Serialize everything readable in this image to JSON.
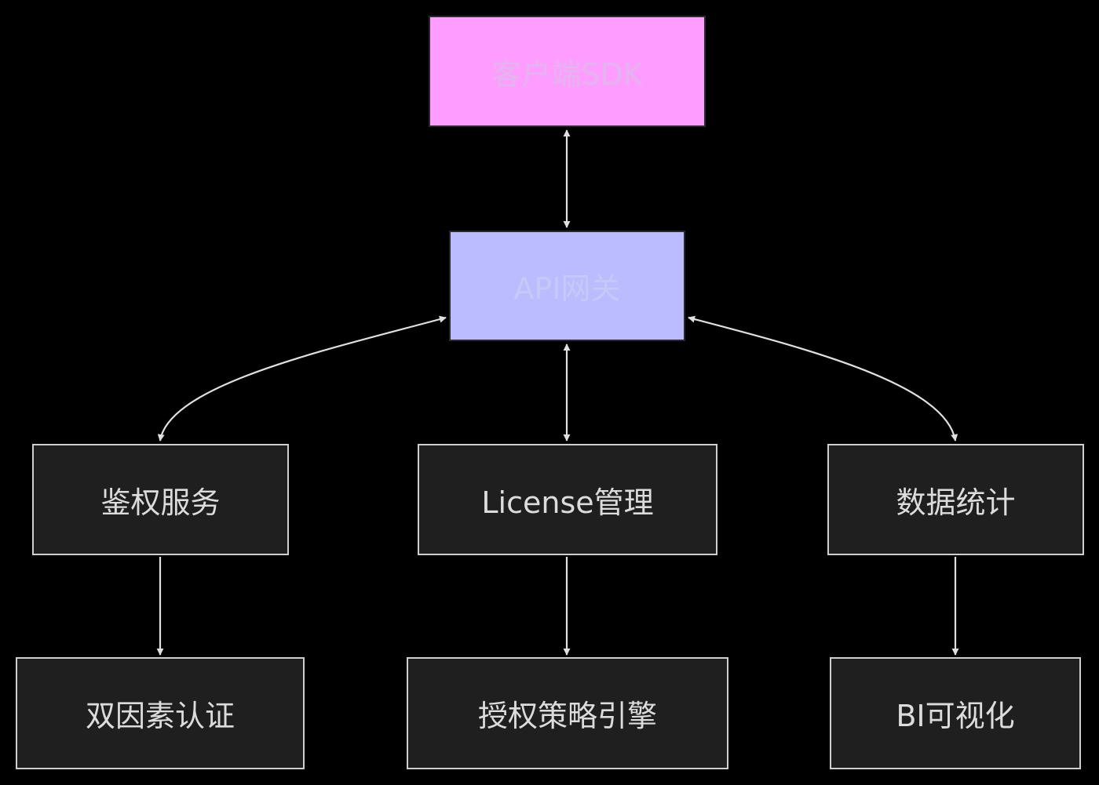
{
  "diagram": {
    "colors": {
      "background": "#000000",
      "edge": "#e0e0e0",
      "node_fill": "#1f1f1f",
      "node_border": "#cfcfcf",
      "sdk_fill": "#ff9cff",
      "gateway_fill": "#bbbbff"
    },
    "nodes": {
      "client_sdk": {
        "label": "客户端SDK"
      },
      "api_gateway": {
        "label": "API网关"
      },
      "auth_service": {
        "label": "鉴权服务"
      },
      "license_mgmt": {
        "label": "License管理"
      },
      "data_stats": {
        "label": "数据统计"
      },
      "two_factor": {
        "label": "双因素认证"
      },
      "policy_engine": {
        "label": "授权策略引擎"
      },
      "bi_viz": {
        "label": "BI可视化"
      }
    },
    "edges": [
      {
        "from": "client_sdk",
        "to": "api_gateway",
        "direction": "both"
      },
      {
        "from": "api_gateway",
        "to": "auth_service",
        "direction": "both"
      },
      {
        "from": "api_gateway",
        "to": "license_mgmt",
        "direction": "both"
      },
      {
        "from": "api_gateway",
        "to": "data_stats",
        "direction": "both"
      },
      {
        "from": "auth_service",
        "to": "two_factor",
        "direction": "forward"
      },
      {
        "from": "license_mgmt",
        "to": "policy_engine",
        "direction": "forward"
      },
      {
        "from": "data_stats",
        "to": "bi_viz",
        "direction": "forward"
      }
    ]
  }
}
